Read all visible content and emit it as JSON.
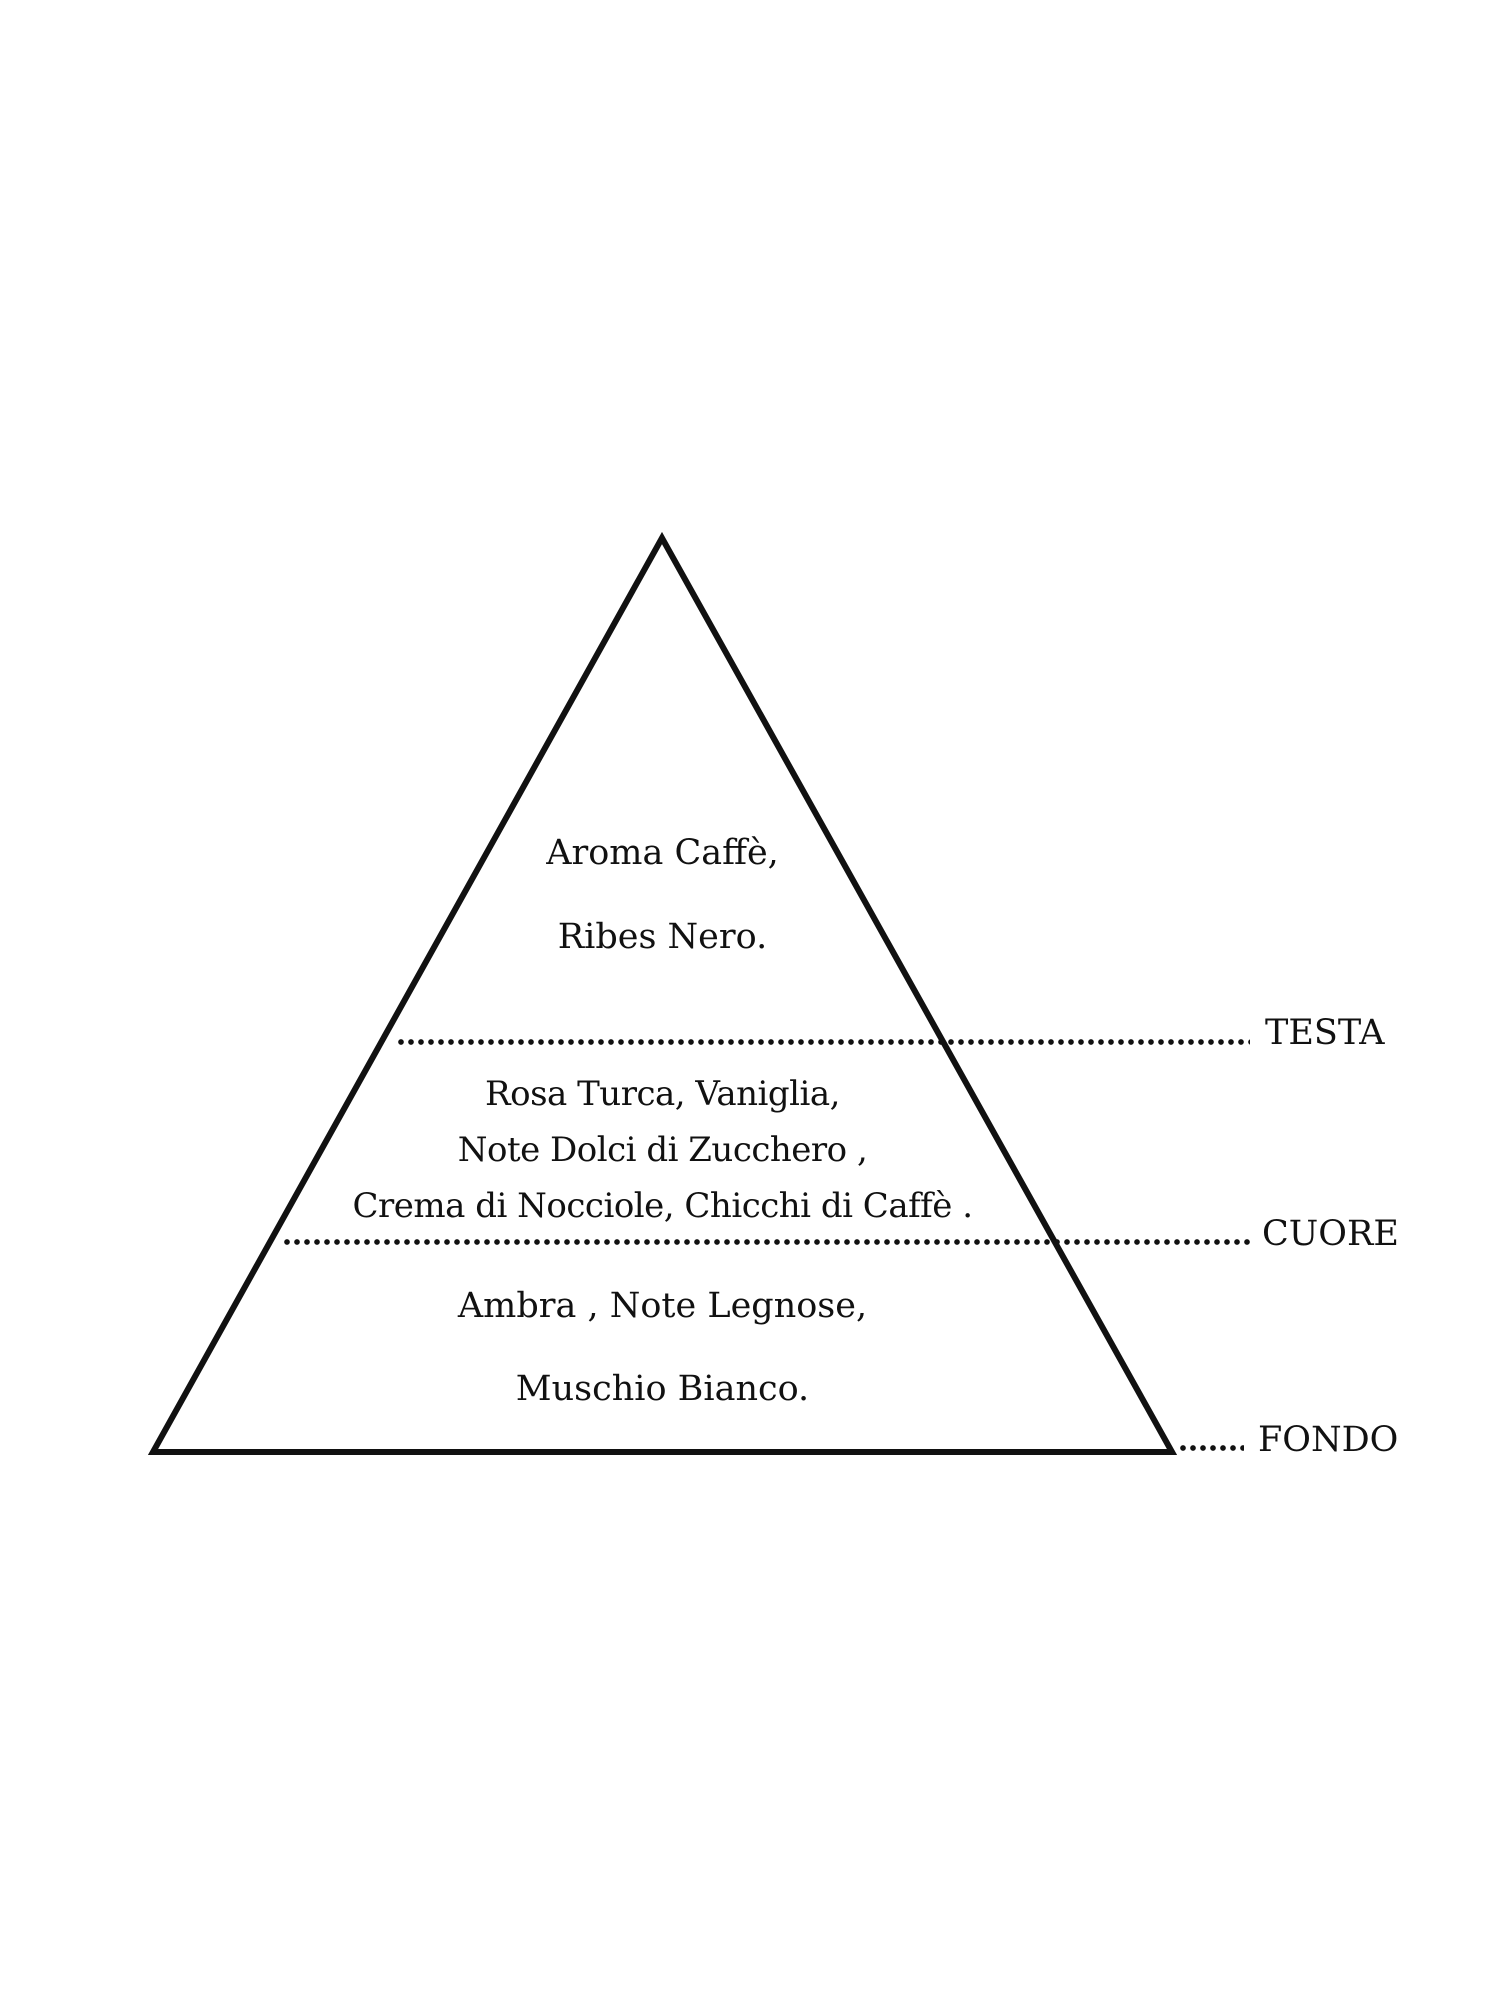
{
  "pyramid": {
    "levels": [
      {
        "id": "testa",
        "label": "TESTA",
        "notes": [
          "Aroma Caffè,",
          "Ribes Nero."
        ]
      },
      {
        "id": "cuore",
        "label": "CUORE",
        "notes": [
          "Rosa Turca, Vaniglia,",
          "Note Dolci di Zucchero ,",
          "Crema di Nocciole, Chicchi di Caffè ."
        ]
      },
      {
        "id": "fondo",
        "label": "FONDO",
        "notes": [
          "Ambra , Note Legnose,",
          "Muschio Bianco."
        ]
      }
    ],
    "colors": {
      "stroke": "#111111",
      "background": "#ffffff"
    }
  }
}
